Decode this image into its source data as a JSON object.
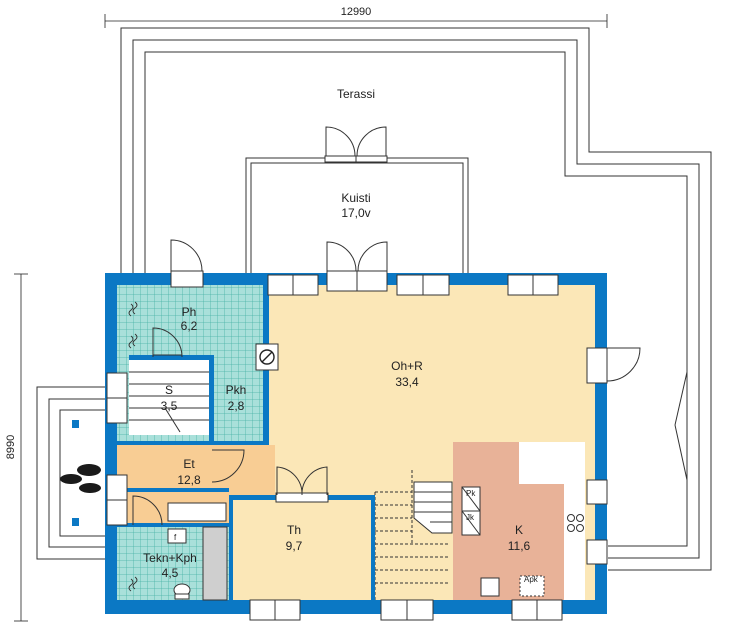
{
  "dimensions": {
    "width": "12990",
    "height": "8990"
  },
  "rooms": {
    "terassi": {
      "name": "Terassi"
    },
    "kuisti": {
      "name": "Kuisti",
      "area": "17,0v"
    },
    "ph": {
      "name": "Ph",
      "area": "6,2"
    },
    "s": {
      "name": "S",
      "area": "3,5"
    },
    "pkh": {
      "name": "Pkh",
      "area": "2,8"
    },
    "ohr": {
      "name": "Oh+R",
      "area": "33,4"
    },
    "et": {
      "name": "Et",
      "area": "12,8"
    },
    "th": {
      "name": "Th",
      "area": "9,7"
    },
    "k": {
      "name": "K",
      "area": "11,6"
    },
    "tekn": {
      "name": "Tekn+Kph",
      "area": "4,5"
    }
  },
  "fixtures": {
    "pk": "Pk",
    "jk": "Jk",
    "apk": "Apk"
  },
  "colors": {
    "wall": "#0b78c4",
    "living": "#fbe7b7",
    "hall": "#f8cd94",
    "kitchen": "#e8b298",
    "tile": "#a9e0da",
    "grid": "#46b2a6",
    "sink": "#cfcfcf"
  }
}
